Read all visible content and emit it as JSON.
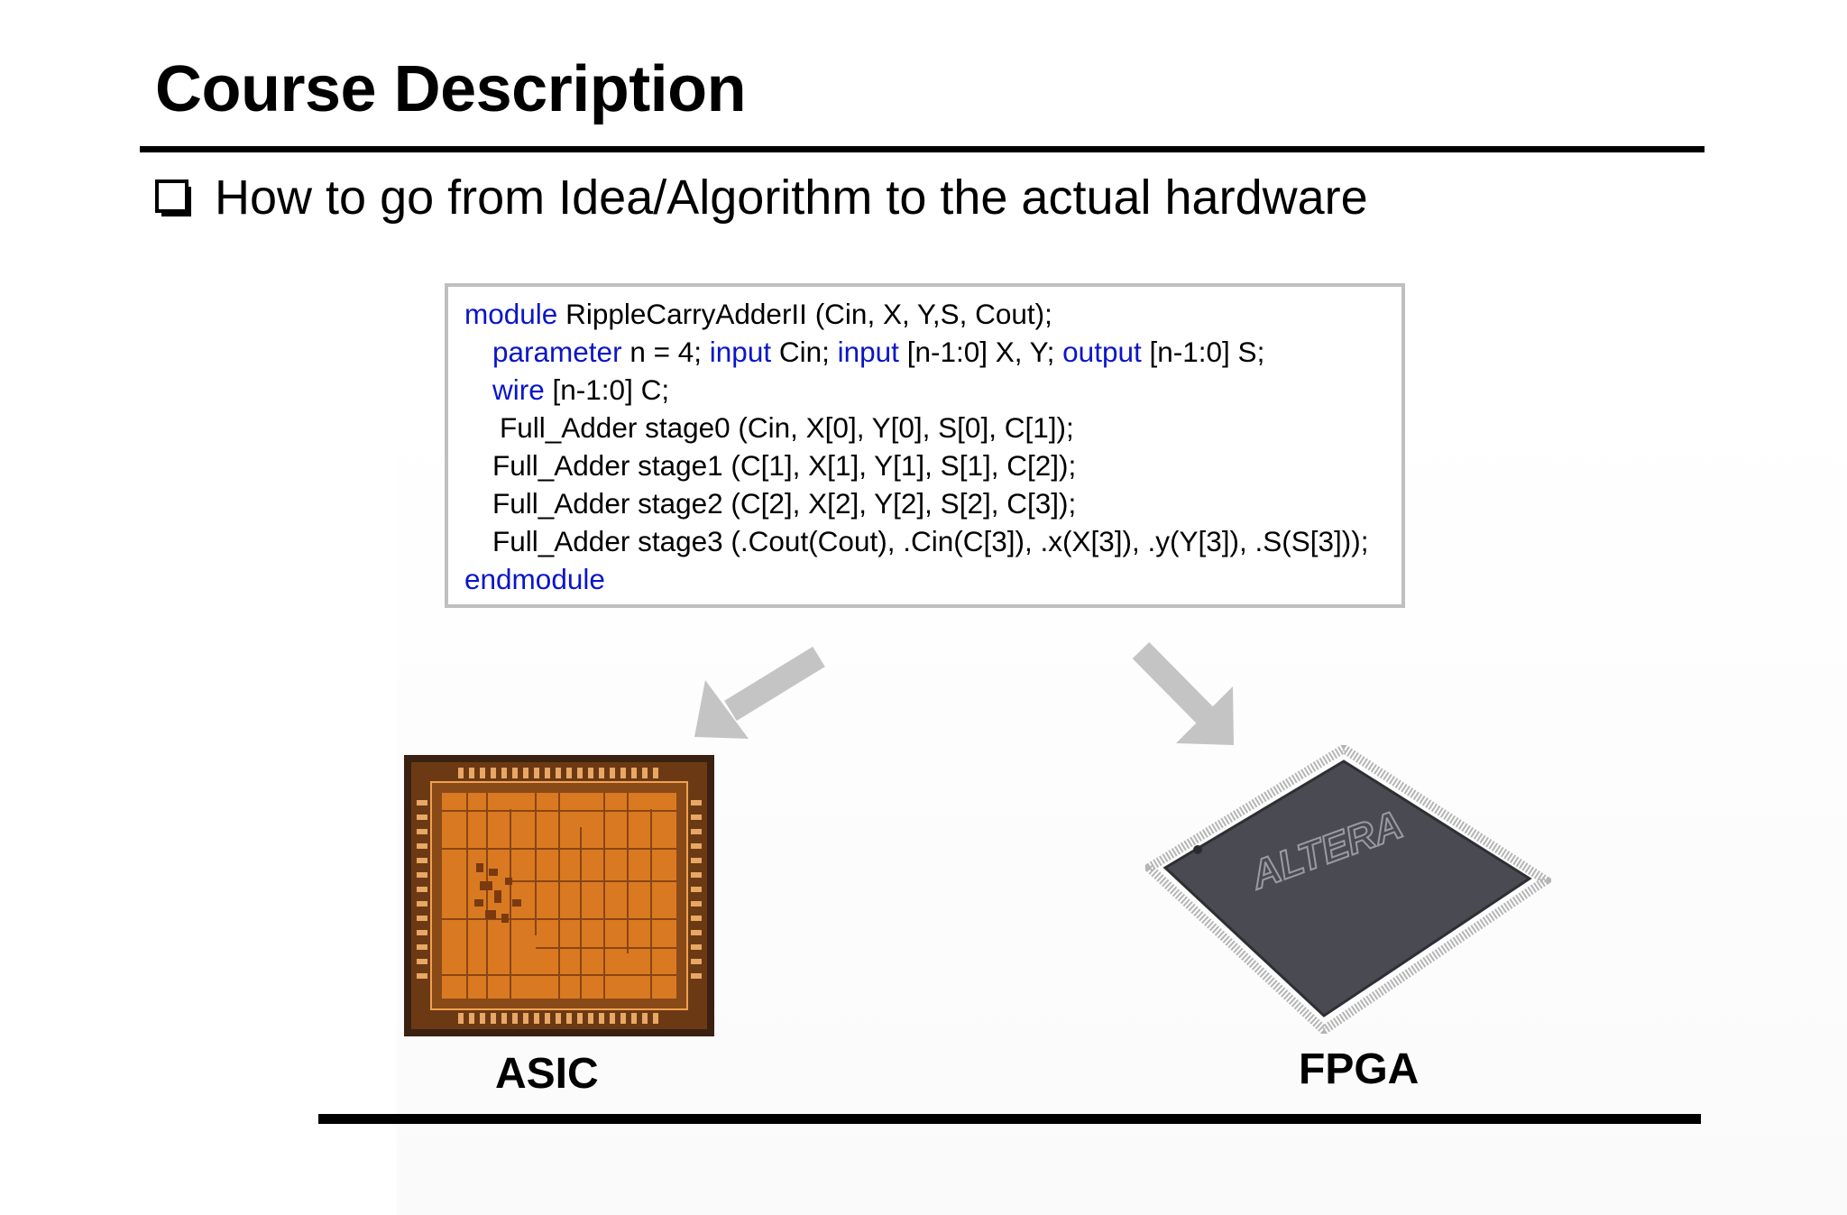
{
  "slide": {
    "title": "Course Description",
    "bullet": "How to go from Idea/Algorithm to the actual hardware"
  },
  "code": {
    "lines": [
      [
        {
          "t": "module",
          "k": true
        },
        {
          "t": " RippleCarryAdderII (Cin, X, Y,S, Cout);",
          "k": false
        }
      ],
      [
        {
          "t": "parameter",
          "k": true
        },
        {
          "t": " n = 4; ",
          "k": false
        },
        {
          "t": "input",
          "k": true
        },
        {
          "t": " Cin; ",
          "k": false
        },
        {
          "t": "input",
          "k": true
        },
        {
          "t": " [n-1:0] X, Y; ",
          "k": false
        },
        {
          "t": "output",
          "k": true
        },
        {
          "t": " [n-1:0] S;",
          "k": false
        }
      ],
      [
        {
          "t": "wire",
          "k": true
        },
        {
          "t": " [n-1:0] C;",
          "k": false
        }
      ],
      [
        {
          "t": "Full_Adder stage0  (Cin, X[0], Y[0], S[0], C[1]);",
          "k": false
        }
      ],
      [
        {
          "t": "Full_Adder stage1  (C[1], X[1], Y[1], S[1], C[2]);",
          "k": false
        }
      ],
      [
        {
          "t": "Full_Adder stage2  (C[2], X[2], Y[2], S[2], C[3]);",
          "k": false
        }
      ],
      [
        {
          "t": "Full_Adder stage3 (.Cout(Cout), .Cin(C[3]), .x(X[3]), .y(Y[3]), .S(S[3]));",
          "k": false
        }
      ],
      [
        {
          "t": "endmodule",
          "k": true
        }
      ]
    ]
  },
  "targets": {
    "asic_label": "ASIC",
    "fpga_label": "FPGA",
    "fpga_brand": "ALTERA"
  },
  "colors": {
    "keyword": "#0a15c9",
    "arrow": "#c4c4c4",
    "asic_die": "#d97a22",
    "fpga_body": "#4a4b52"
  }
}
